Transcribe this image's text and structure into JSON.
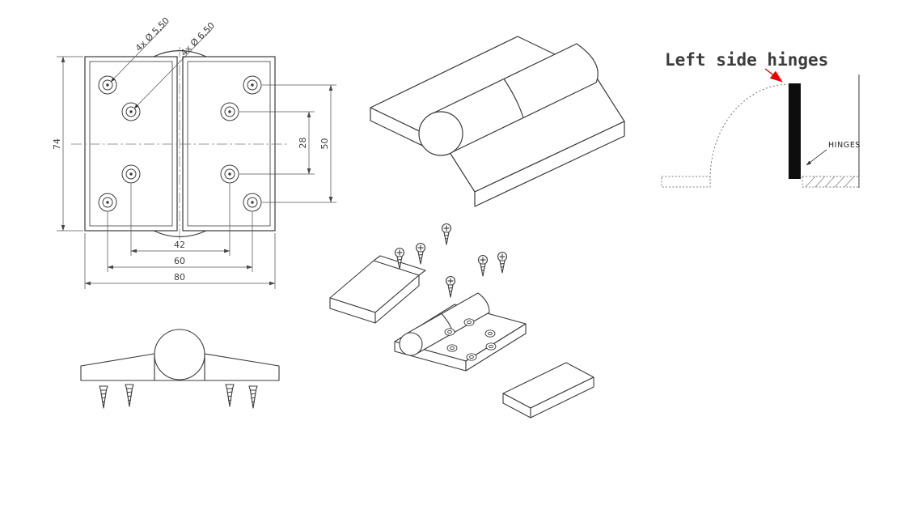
{
  "front_view": {
    "dim_height": "74",
    "dim_width": "80",
    "dim_hole_span_horizontal_outer": "60",
    "dim_hole_span_horizontal_inner": "42",
    "dim_hole_span_vertical_inner": "28",
    "dim_hole_span_vertical_outer": "50",
    "callout_small_holes": "4x Ø 5,50",
    "callout_large_holes": "4x Ø 6,50"
  },
  "door_diagram": {
    "title": "Left side hinges",
    "title_color": "#ee0000",
    "hinges_label": "HINGES"
  }
}
